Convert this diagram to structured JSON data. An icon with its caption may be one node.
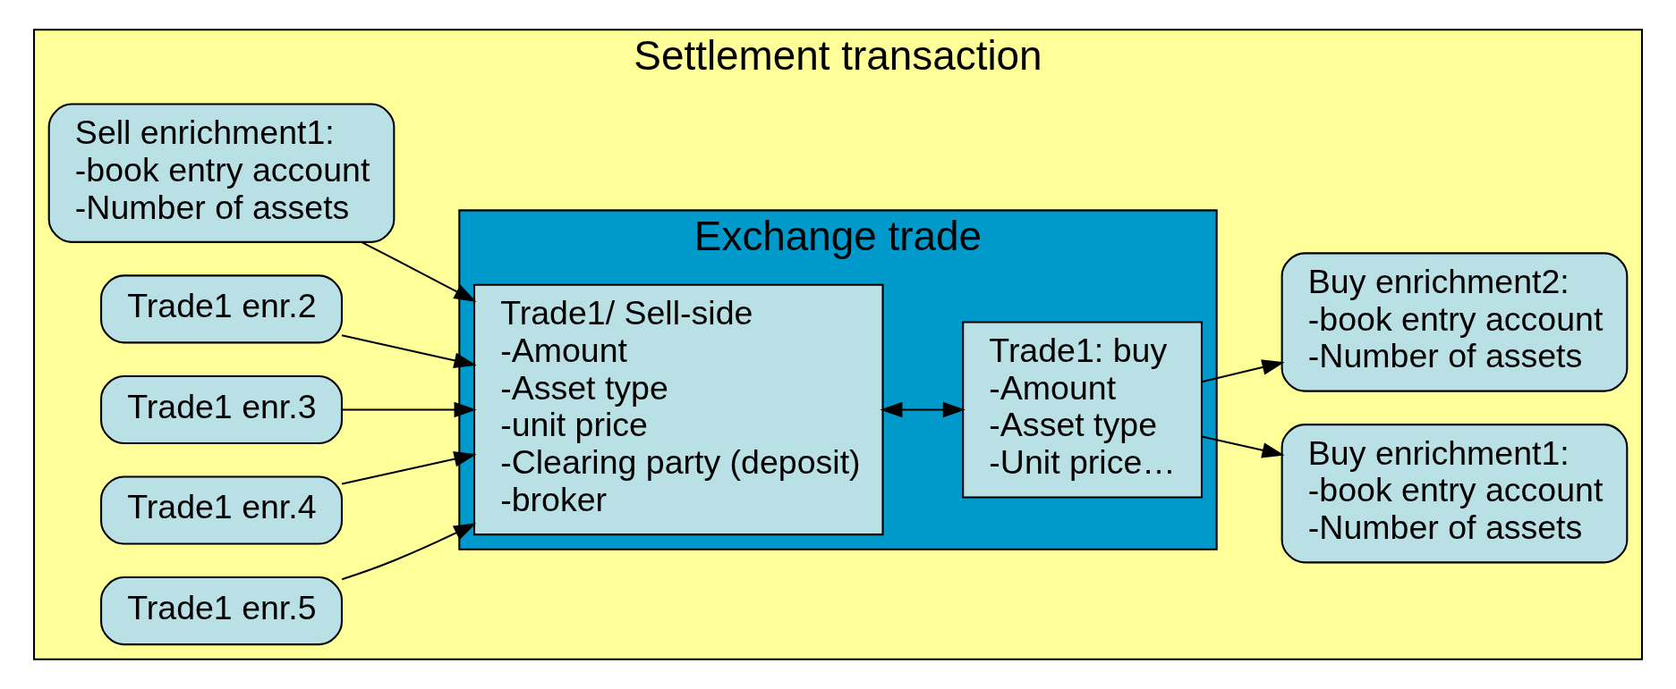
{
  "diagram": {
    "nodes": [
      {
        "text": [
          "Settlement transaction"
        ]
      },
      {
        "text": [
          "Exchange trade"
        ],
        "in": 0
      },
      {
        "text": [
          "Sell enrichment1:",
          "-book entry account",
          "-Number of assets"
        ],
        "in": 0
      },
      {
        "text": [
          "Trade1 enr.2"
        ],
        "in": 0
      },
      {
        "text": [
          "Trade1 enr.3"
        ],
        "in": 0
      },
      {
        "text": [
          "Trade1 enr.4"
        ],
        "in": 0
      },
      {
        "text": [
          "Trade1 enr.5"
        ],
        "in": 0
      },
      {
        "text": [
          "Trade1/ Sell-side",
          "-Amount",
          "-Asset type",
          "-unit price",
          "-Clearing party (deposit)",
          "-broker"
        ],
        "in": 1
      },
      {
        "text": [
          "Trade1: buy",
          "-Amount",
          "-Asset type",
          "-Unit price…"
        ],
        "in": 1
      },
      {
        "text": [
          "Buy enrichment1:",
          "-book entry account",
          "-Number of assets"
        ],
        "in": 0
      },
      {
        "text": [
          "Buy enrichment2:",
          "-book entry account",
          "-Number of assets"
        ],
        "in": 0
      }
    ],
    "edges": [
      {
        "from": 2,
        "to": 7,
        "arrow": "to"
      },
      {
        "from": 3,
        "to": 7,
        "arrow": "to"
      },
      {
        "from": 4,
        "to": 7,
        "arrow": "to"
      },
      {
        "from": 5,
        "to": 7,
        "arrow": "to"
      },
      {
        "from": 6,
        "to": 7,
        "arrow": "to"
      },
      {
        "from": 7,
        "to": 8,
        "arrow": "both"
      },
      {
        "from": 8,
        "to": 9,
        "arrow": "to"
      },
      {
        "from": 8,
        "to": 10,
        "arrow": "to"
      }
    ]
  }
}
